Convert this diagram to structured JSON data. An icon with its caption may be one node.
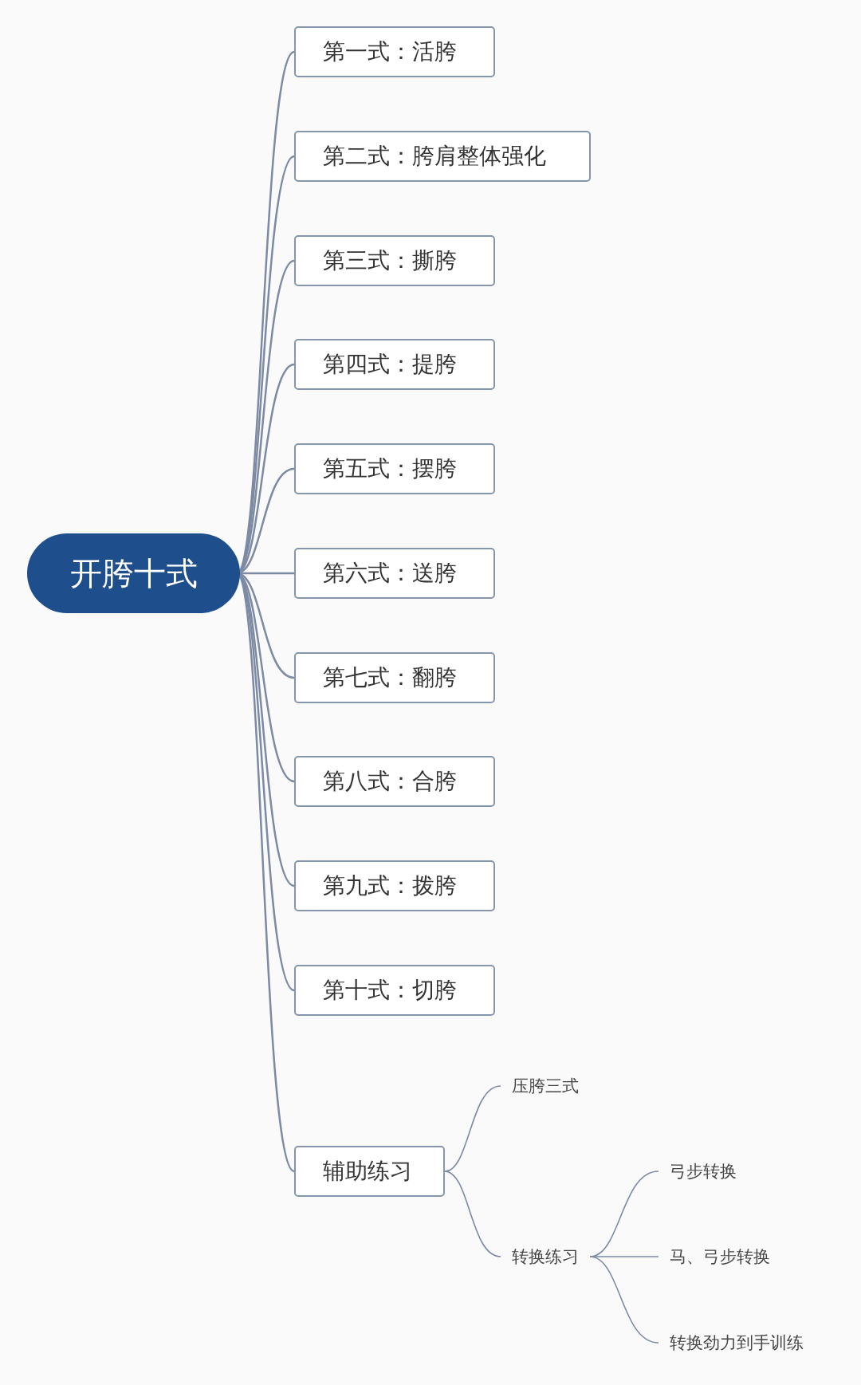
{
  "diagram": {
    "nodes": [
      {
        "text": [
          "开胯十式"
        ]
      },
      {
        "text": [
          "第一式：活胯"
        ]
      },
      {
        "text": [
          "第二式：胯肩整体强化"
        ]
      },
      {
        "text": [
          "第三式：撕胯"
        ]
      },
      {
        "text": [
          "第四式：提胯"
        ]
      },
      {
        "text": [
          "第五式：摆胯"
        ]
      },
      {
        "text": [
          "第六式：送胯"
        ]
      },
      {
        "text": [
          "第七式：翻胯"
        ]
      },
      {
        "text": [
          "第八式：合胯"
        ]
      },
      {
        "text": [
          "第九式：拨胯"
        ]
      },
      {
        "text": [
          "第十式：切胯"
        ]
      },
      {
        "text": [
          "辅助练习"
        ]
      },
      {
        "text": [
          "压胯三式"
        ]
      },
      {
        "text": [
          "转换练习"
        ]
      },
      {
        "text": [
          "弓步转换"
        ]
      },
      {
        "text": [
          "马、弓步转换"
        ]
      },
      {
        "text": [
          "转换劲力到手训练"
        ]
      }
    ],
    "edges": [
      {
        "from": 0,
        "to": 1,
        "arrow": "none"
      },
      {
        "from": 0,
        "to": 2,
        "arrow": "none"
      },
      {
        "from": 0,
        "to": 3,
        "arrow": "none"
      },
      {
        "from": 0,
        "to": 4,
        "arrow": "none"
      },
      {
        "from": 0,
        "to": 5,
        "arrow": "none"
      },
      {
        "from": 0,
        "to": 6,
        "arrow": "none"
      },
      {
        "from": 0,
        "to": 7,
        "arrow": "none"
      },
      {
        "from": 0,
        "to": 8,
        "arrow": "none"
      },
      {
        "from": 0,
        "to": 9,
        "arrow": "none"
      },
      {
        "from": 0,
        "to": 10,
        "arrow": "none"
      },
      {
        "from": 0,
        "to": 11,
        "arrow": "none"
      },
      {
        "from": 11,
        "to": 12,
        "arrow": "none"
      },
      {
        "from": 11,
        "to": 13,
        "arrow": "none"
      },
      {
        "from": 13,
        "to": 14,
        "arrow": "none"
      },
      {
        "from": 13,
        "to": 15,
        "arrow": "none"
      },
      {
        "from": 13,
        "to": 16,
        "arrow": "none"
      }
    ]
  }
}
